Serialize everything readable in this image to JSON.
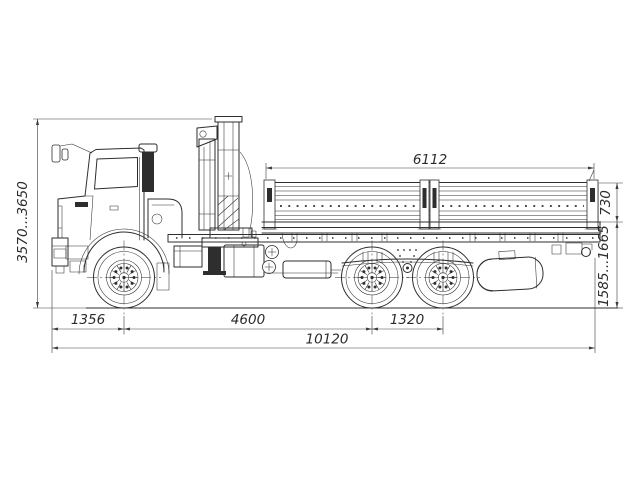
{
  "meta": {
    "colors": {
      "bg": "#ffffff",
      "line": "#2e2e2e",
      "dim": "#3a3a3a",
      "text": "#2b2b2b"
    }
  },
  "dims": {
    "overall_height": "3570...3650",
    "body_inner_length": "6112",
    "sideboard_height": "730",
    "platform_height": "1585...1665",
    "front_overhang": "1356",
    "wheelbase": "4600",
    "rear_axle_spacing": "1320",
    "overall_length": "10120"
  }
}
